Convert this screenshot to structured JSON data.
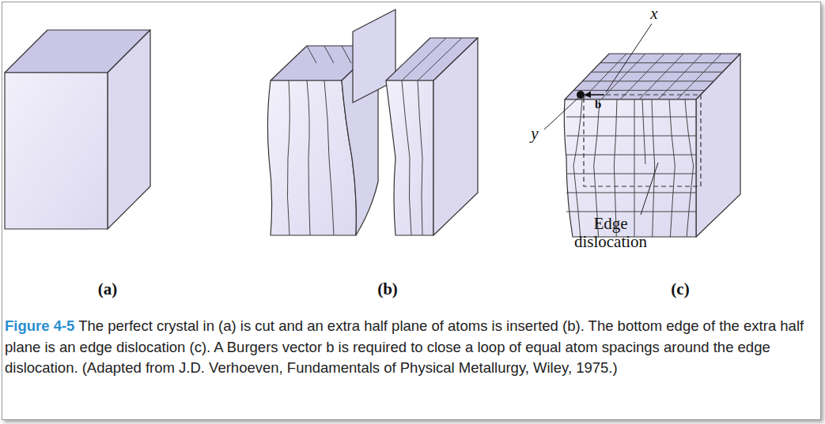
{
  "diagram": {
    "caption": "Figure 4-5 The perfect crystal in (a) is cut and an extra half plane of atoms is inserted (b). The bottom edge of the extra half plane is an edge dislocation (c). A Burgers vector b is required to close a loop of equal atom spacings around the edge dislocation. (Adapted from J.D. Verhoeven, Fundamentals of Physical Metallurgy, Wiley, 1975.)",
    "labels": [
      "(a)",
      "(b)",
      "(c)",
      "x",
      "y",
      "b",
      "Edge dislocation"
    ]
  }
}
